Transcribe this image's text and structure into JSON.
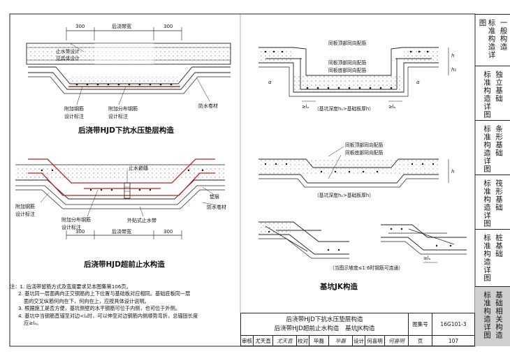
{
  "side_tabs": [
    {
      "col1": "标准构造详图",
      "col2": "一般构造",
      "active": false
    },
    {
      "col1": "标准构造详图",
      "col2": "独立基础",
      "active": false
    },
    {
      "col1": "标准构造详图",
      "col2": "条形基础",
      "active": false
    },
    {
      "col1": "标准构造详图",
      "col2": "筏形基础",
      "active": false
    },
    {
      "col1": "标准构造详图",
      "col2": "桩基础",
      "active": false
    },
    {
      "col1": "标准构造详图",
      "col2": "基础相关构造",
      "active": true
    }
  ],
  "fig1": {
    "title": "后浇带HJD下抗水压垫层构造",
    "dim_left": "300",
    "dim_mid": "后浇带宽",
    "dim_right": "300",
    "label_waterstop": "止水带设计",
    "label_waterstop2": "见具体设计",
    "label_add_bar": "附加钢筋",
    "label_add_bar2": "设计标注",
    "label_add_dist": "附加分布钢筋",
    "label_add_dist2": "设计标注",
    "label_membrane": "防水卷材"
  },
  "fig2": {
    "title": "后浇带HJD超前止水构造",
    "label_waterstop": "止水嵌缝",
    "label_cushion": "垫层",
    "label_membrane": "防水卷材",
    "label_add_bar": "附加钢筋",
    "label_add_bar2": "设计标注",
    "label_add_dist": "附加分布钢筋",
    "label_add_dist2": "设计标注",
    "label_ext_stop": "外贴式止水带",
    "dim_left": "300",
    "dim_mid": "后浇带宽",
    "dim_right": "300"
  },
  "fig3": {
    "title": "基坑JK构造",
    "label_top_bar": "同板顶部同向配筋",
    "label_top_bar2": "同板顶部同向配筋",
    "label_bottom_bar": "同板底部同向配筋",
    "note_a": "（基坑深度h₁>基础板厚h）",
    "label_top_bar_b": "同板顶部同向配筋",
    "label_bottom_bar_b": "同板底部同向配筋",
    "note_b": "（基坑深度h₁>基础板厚h）",
    "note_c": "（当图示坡度≤1:6时钢筋可连通）",
    "sym_h": "h",
    "sym_h1": "h₁",
    "sym_la": "≥lₐ",
    "sym_alpha": "α"
  },
  "notes": {
    "head": "注：1. 后浇带留筋方式及宽度要求见本图集第106页。",
    "n2a": "2. 基坑同一层面两向正交钢筋的上下位置与基础板对应相同。基础底板同一层",
    "n2b": "面的交叉纵筋何向在下，何向在上，应按具体设计说明。",
    "n3": "3. 根据施工是否方便，基坑侧壁的水平钢筋可位于内侧，也可位于外侧。",
    "n4a": "4. 基坑中当钢筋直锚至对边<lₐ时，可以伸至对边钢筋内侧顺势弯折，总锚固长度",
    "n4b": "应≥lₐ。"
  },
  "title_block": {
    "title1": "后浇带HJD下抗水压垫层构造",
    "title2": "后浇带HJD超前止水构造　基坑JK构造",
    "atlas_label": "图集号",
    "atlas_no": "16G101-3",
    "review_label": "审核",
    "reviewer": "尤天直",
    "reviewer_sig": "尤天直",
    "check_label": "校对",
    "checker": "毕磊",
    "checker_sig": "毕磊",
    "design_label": "设计",
    "designer": "何喜明",
    "designer_sig": "何喜明",
    "page_label": "页",
    "page_no": "107"
  },
  "colors": {
    "ink": "#111111",
    "rebar_red": "#b3261e",
    "active_tab": "#cfcfcf"
  }
}
